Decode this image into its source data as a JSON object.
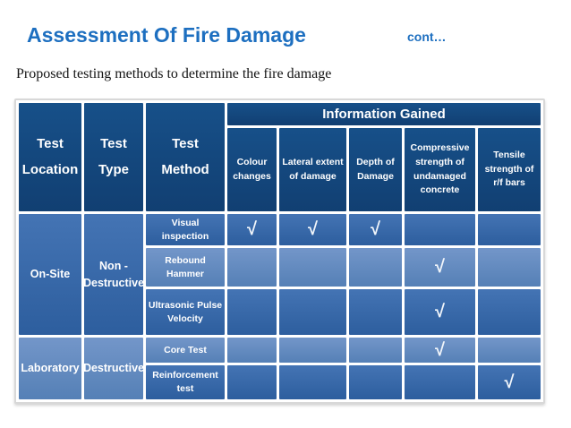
{
  "slide": {
    "title": "Assessment Of Fire Damage",
    "continuation": "cont…",
    "subtitle": "Proposed testing methods to determine the fire damage"
  },
  "colors": {
    "title_blue": "#1d6fc0",
    "header_navy": "#134a82",
    "band_medium": "#3a6cae",
    "band_light": "#6b90c4",
    "check_color": "#ffffff"
  },
  "table": {
    "check_glyph": "√",
    "header": {
      "test_location": "Test Location",
      "test_type": "Test Type",
      "test_method": "Test Method",
      "information_gained": "Information Gained",
      "sub_headers": [
        "Colour changes",
        "Lateral extent of damage",
        "Depth of Damage",
        "Compressive strength of undamaged concrete",
        "Tensile strength of r/f bars"
      ]
    },
    "groups": [
      {
        "location": "On-Site",
        "type": "Non - Destructive"
      },
      {
        "location": "Laboratory",
        "type": "Destructive"
      }
    ],
    "rows": [
      {
        "method": "Visual inspection",
        "checks": [
          "√",
          "√",
          "√",
          "",
          ""
        ]
      },
      {
        "method": "Rebound Hammer",
        "checks": [
          "",
          "",
          "",
          "√",
          ""
        ]
      },
      {
        "method": "Ultrasonic Pulse Velocity",
        "checks": [
          "",
          "",
          "",
          "√",
          ""
        ]
      },
      {
        "method": "Core Test",
        "checks": [
          "",
          "",
          "",
          "√",
          ""
        ]
      },
      {
        "method": "Reinforcement test",
        "checks": [
          "",
          "",
          "",
          "",
          "√"
        ]
      }
    ]
  }
}
